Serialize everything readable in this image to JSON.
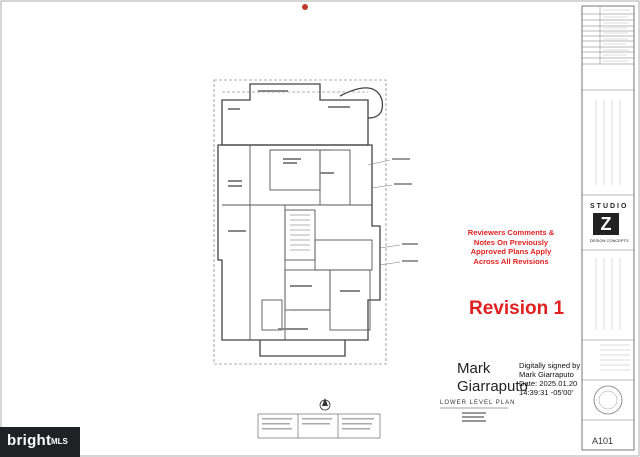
{
  "review_note": "Reviewers Comments & Notes On Previously Approved Plans Apply Across All Revisions",
  "revision_label": "Revision 1",
  "signature": {
    "name_line1": "Mark",
    "name_line2": "Giarraputo",
    "digital_line1": "Digitally signed by",
    "digital_line2": "Mark Giarraputo",
    "date_line": "Date: 2025.01.20",
    "time_line": "14:39:31 -05'00'"
  },
  "plan_title": "LOWER LEVEL PLAN",
  "sheet_number": "A101",
  "watermark": {
    "brand": "bright",
    "suffix": "MLS"
  },
  "studio_logo": {
    "word": "STUDIO",
    "mark": "Z",
    "sub": "DESIGN CONCEPTS"
  },
  "colors": {
    "accent_red": "#e02020",
    "line": "#444444",
    "watermark_bg": "#1f2224"
  }
}
